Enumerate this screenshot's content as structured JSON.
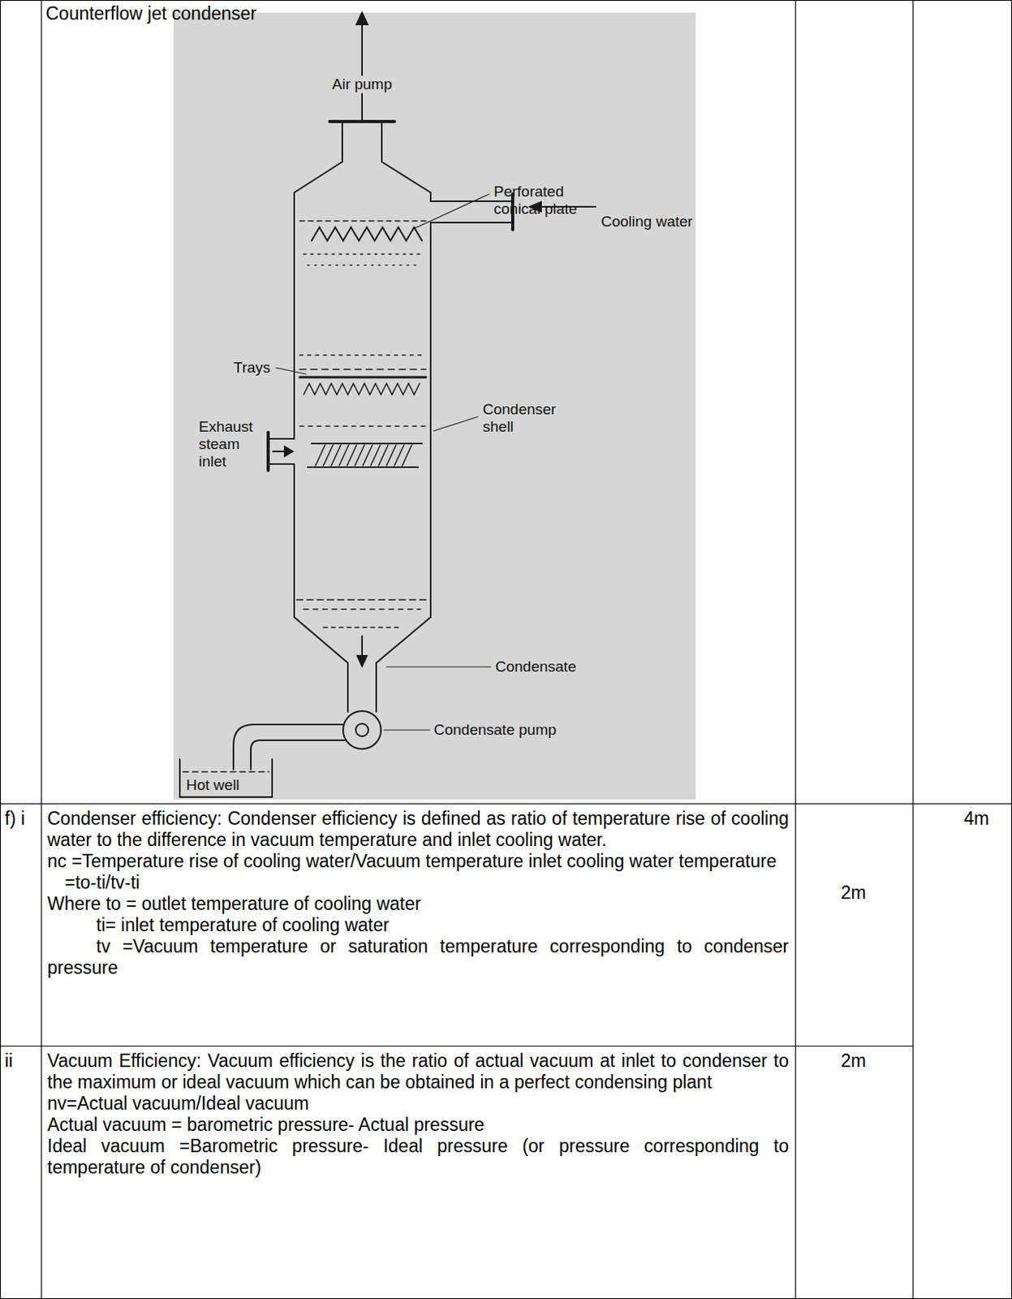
{
  "diagram": {
    "title": "Counterflow jet condenser",
    "labels": [
      "Air pump",
      "Perforated conical plate",
      "Cooling water",
      "Trays",
      "Condenser shell",
      "Exhaust steam inlet",
      "Condensate",
      "Condensate pump",
      "Hot well",
      "f) i",
      "Condenser efficiency: Condenser efficiency is defined as ratio of temperature rise of cooling water to the difference in vacuum temperature and inlet cooling water.",
      "nc =Temperature rise of cooling water/Vacuum temperature inlet cooling water temperature",
      "=to-ti/tv-ti",
      "Where to = outlet temperature of cooling water",
      "ti= inlet temperature of cooling water",
      "tv =Vacuum temperature or saturation temperature corresponding to condenser pressure",
      "2m",
      "4m",
      "ii",
      "Vacuum Efficiency: Vacuum efficiency is the ratio of actual vacuum at inlet to condenser to the maximum or ideal vacuum which can be obtained in a perfect condensing plant",
      "nv=Actual vacuum/Ideal vacuum",
      "Actual vacuum = barometric pressure- Actual pressure",
      "Ideal vacuum =Barometric pressure- Ideal pressure (or pressure corresponding to temperature of condenser)",
      "2m"
    ]
  }
}
